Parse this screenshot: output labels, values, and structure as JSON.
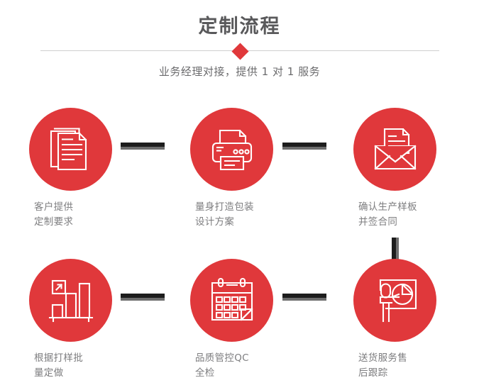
{
  "header": {
    "title": "定制流程",
    "subtitle": "业务经理对接，提供 1 对 1 服务",
    "divider_icon": "diamond-marker"
  },
  "theme": {
    "accent_red": "#e0383b",
    "title_gray": "#59595b",
    "label_gray": "#7d7d7f",
    "connector_dark": "#1d1d1d",
    "connector_shadow": "#6d6d6d",
    "divider_line": "#cfcfcf",
    "background": "#ffffff"
  },
  "flow": {
    "steps": [
      {
        "index": 1,
        "icon": "documents-stack-icon",
        "label": "客户提供\n定制要求"
      },
      {
        "index": 2,
        "icon": "printer-icon",
        "label": "量身打造包装\n设计方案"
      },
      {
        "index": 3,
        "icon": "envelope-document-icon",
        "label": "确认生产样板\n并签合同"
      },
      {
        "index": 4,
        "icon": "bar-chart-growth-icon",
        "label": "根据打样批\n量定做"
      },
      {
        "index": 5,
        "icon": "calendar-icon",
        "label": "品质管控QC\n全检"
      },
      {
        "index": 6,
        "icon": "presenter-pie-chart-icon",
        "label": "送货服务售\n后跟踪"
      }
    ],
    "connectors": [
      {
        "id": 1,
        "orientation": "horizontal",
        "from": 1,
        "to": 2
      },
      {
        "id": 2,
        "orientation": "horizontal",
        "from": 2,
        "to": 3
      },
      {
        "id": 3,
        "orientation": "vertical",
        "from": 3,
        "to": 6
      },
      {
        "id": 4,
        "orientation": "horizontal",
        "from": 4,
        "to": 5
      },
      {
        "id": 5,
        "orientation": "horizontal",
        "from": 5,
        "to": 6
      }
    ]
  }
}
